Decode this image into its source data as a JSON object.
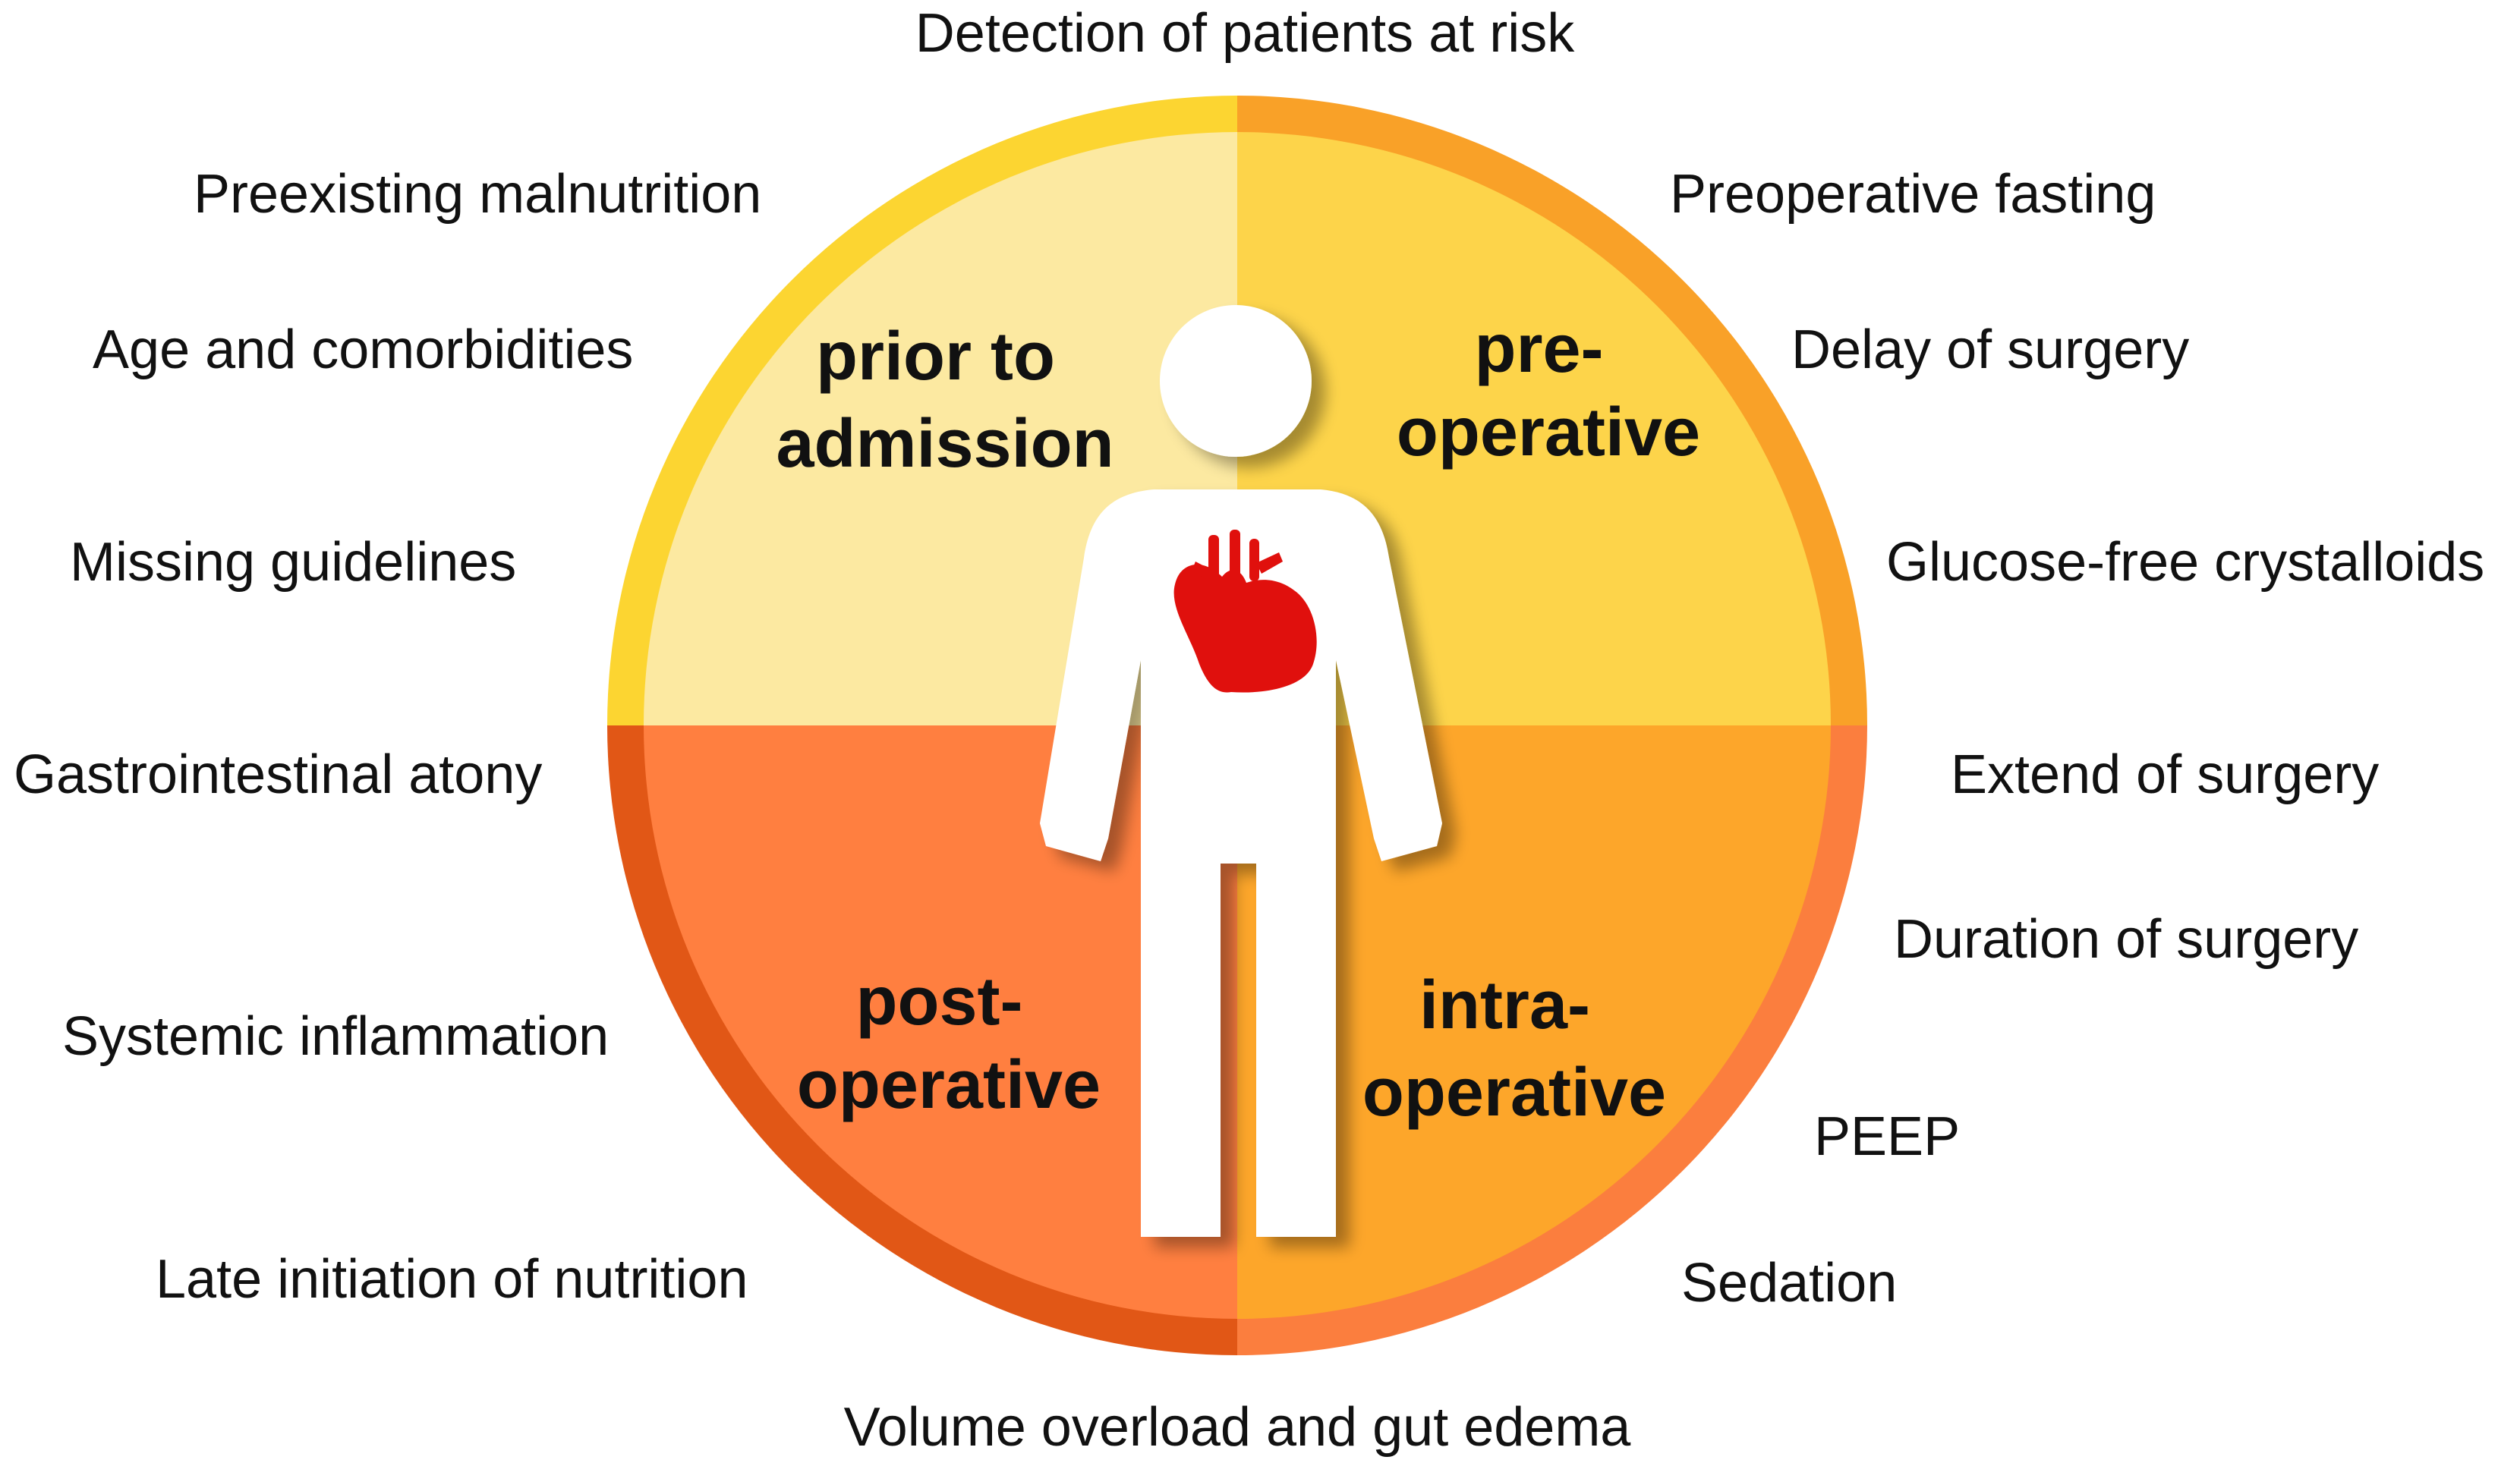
{
  "colors": {
    "ring_prior": "#FCD531",
    "fill_prior": "#FCE9A1",
    "ring_pre": "#F9A128",
    "fill_pre": "#FDD44A",
    "ring_post": "#E15716",
    "fill_post": "#FF7F40",
    "ring_intra": "#FB7E3E",
    "fill_intra": "#FDA62A",
    "heart": "#E0100D",
    "figure": "#FFFFFF"
  },
  "phases": {
    "prior": {
      "line1": "prior to",
      "line2": "admission"
    },
    "pre": {
      "line1": "pre-",
      "line2": "operative"
    },
    "post": {
      "line1": "post-",
      "line2": "operative"
    },
    "intra": {
      "line1": "intra-",
      "line2": "operative"
    }
  },
  "factors": {
    "top": "Detection of patients at risk",
    "left": [
      "Preexisting malnutrition",
      "Age and comorbidities",
      "Missing guidelines",
      "Gastrointestinal atony",
      "Systemic inflammation",
      "Late initiation of nutrition"
    ],
    "right": [
      "Preoperative fasting",
      "Delay of surgery",
      "Glucose-free crystalloids",
      "Extend of surgery",
      "Duration of surgery",
      "PEEP",
      "Sedation"
    ],
    "bottom": "Volume overload and gut edema"
  },
  "icons": {
    "figure": "person-silhouette-icon",
    "heart": "heart-icon"
  }
}
